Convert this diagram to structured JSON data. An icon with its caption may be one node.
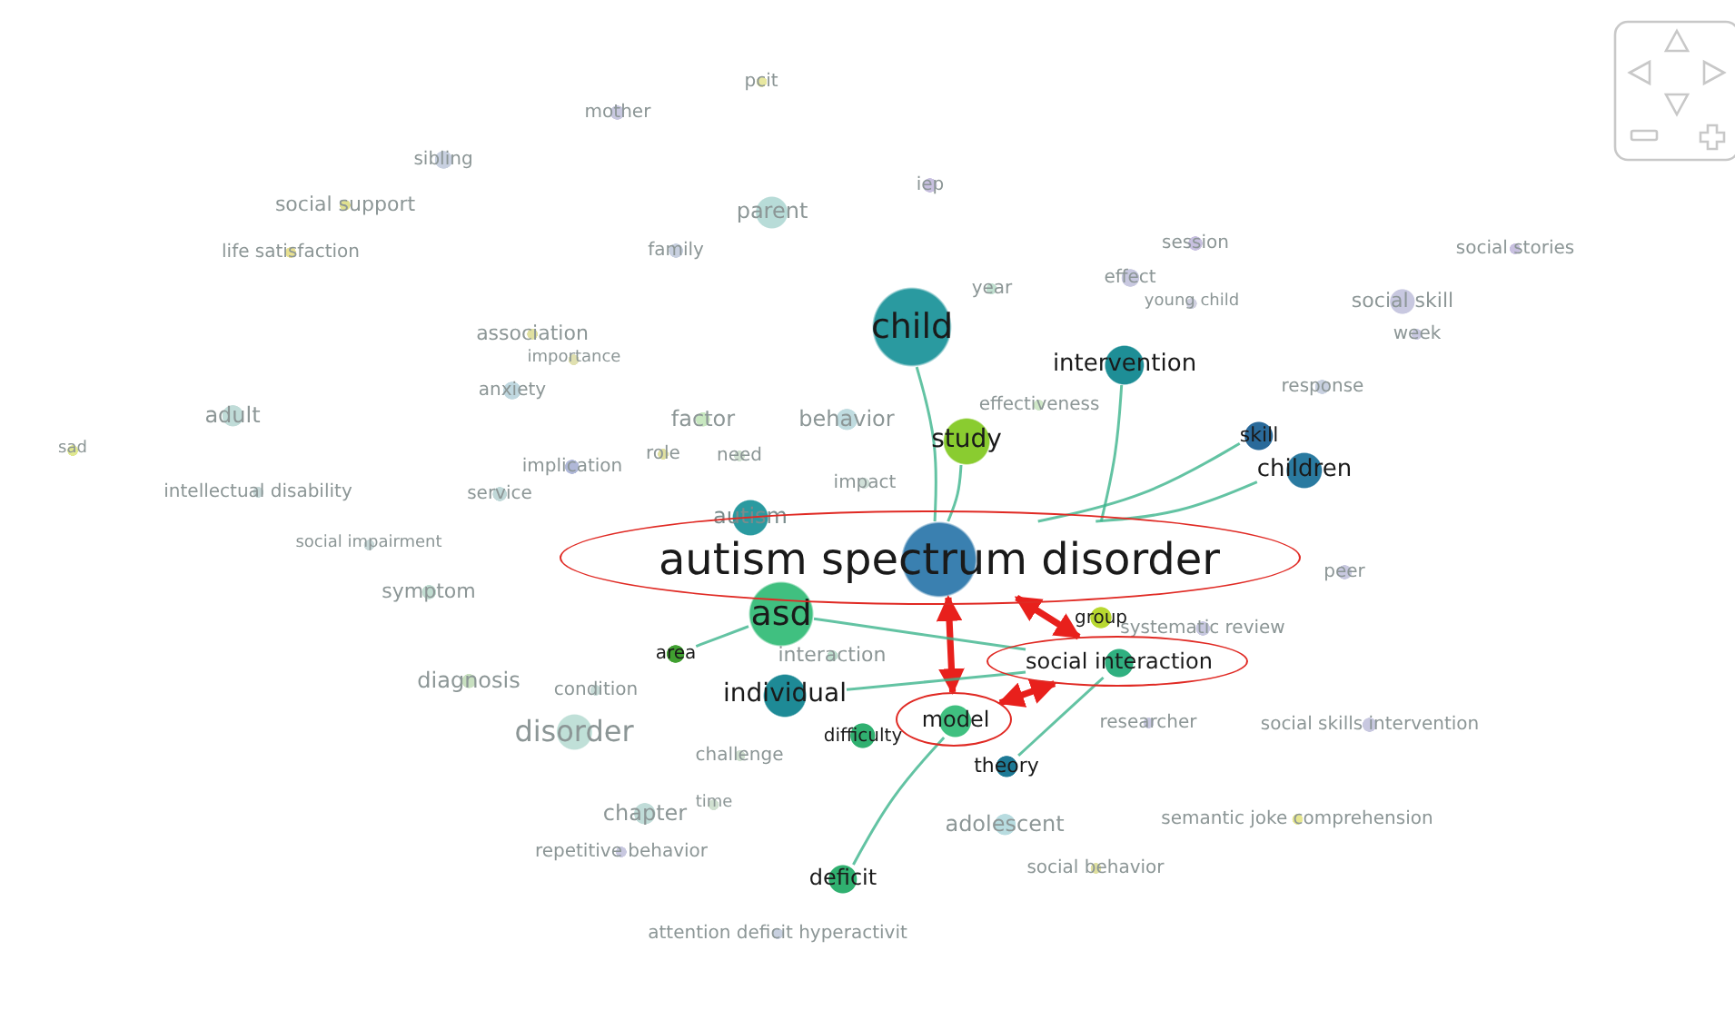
{
  "diagram": {
    "nodes": [
      {
        "text": [
          "mother"
        ]
      },
      {
        "text": [
          "pcit"
        ]
      },
      {
        "text": [
          "sibling"
        ]
      },
      {
        "text": [
          "iep"
        ]
      },
      {
        "text": [
          "social support"
        ]
      },
      {
        "text": [
          "parent"
        ]
      },
      {
        "text": [
          "life satisfaction"
        ]
      },
      {
        "text": [
          "family"
        ]
      },
      {
        "text": [
          "session"
        ]
      },
      {
        "text": [
          "social stories"
        ]
      },
      {
        "text": [
          "effect"
        ]
      },
      {
        "text": [
          "young child"
        ]
      },
      {
        "text": [
          "social skill"
        ]
      },
      {
        "text": [
          "year"
        ]
      },
      {
        "text": [
          "child"
        ]
      },
      {
        "text": [
          "association"
        ]
      },
      {
        "text": [
          "importance"
        ]
      },
      {
        "text": [
          "week"
        ]
      },
      {
        "text": [
          "intervention"
        ]
      },
      {
        "text": [
          "response"
        ]
      },
      {
        "text": [
          "anxiety"
        ]
      },
      {
        "text": [
          "adult"
        ]
      },
      {
        "text": [
          "factor"
        ]
      },
      {
        "text": [
          "behavior"
        ]
      },
      {
        "text": [
          "effectiveness"
        ]
      },
      {
        "text": [
          "study"
        ]
      },
      {
        "text": [
          "skill"
        ]
      },
      {
        "text": [
          "sad"
        ]
      },
      {
        "text": [
          "role"
        ]
      },
      {
        "text": [
          "need"
        ]
      },
      {
        "text": [
          "implication"
        ]
      },
      {
        "text": [
          "children"
        ]
      },
      {
        "text": [
          "intellectual disability"
        ]
      },
      {
        "text": [
          "service"
        ]
      },
      {
        "text": [
          "impact"
        ]
      },
      {
        "text": [
          "autism"
        ]
      },
      {
        "text": [
          "social impairment"
        ]
      },
      {
        "text": [],
        "shape": "ellipse"
      },
      {
        "text": [
          "autism spectrum disorder"
        ],
        "in": 37
      },
      {
        "text": [
          "peer"
        ]
      },
      {
        "text": [
          "symptom"
        ]
      },
      {
        "text": [
          "asd"
        ]
      },
      {
        "text": [
          "group"
        ]
      },
      {
        "text": [
          "systematic review"
        ]
      },
      {
        "text": [
          "area"
        ]
      },
      {
        "text": [
          "interaction"
        ]
      },
      {
        "text": [],
        "shape": "ellipse"
      },
      {
        "text": [
          "social interaction"
        ],
        "in": 46
      },
      {
        "text": [
          "diagnosis"
        ]
      },
      {
        "text": [
          "condition"
        ]
      },
      {
        "text": [
          "individual"
        ]
      },
      {
        "text": [],
        "shape": "ellipse"
      },
      {
        "text": [
          "model"
        ],
        "in": 51
      },
      {
        "text": [
          "researcher"
        ]
      },
      {
        "text": [
          "social skills intervention"
        ]
      },
      {
        "text": [
          "disorder"
        ]
      },
      {
        "text": [
          "difficulty"
        ]
      },
      {
        "text": [
          "challenge"
        ]
      },
      {
        "text": [
          "theory"
        ]
      },
      {
        "text": [
          "chapter"
        ]
      },
      {
        "text": [
          "time"
        ]
      },
      {
        "text": [
          "adolescent"
        ]
      },
      {
        "text": [
          "semantic joke comprehension"
        ]
      },
      {
        "text": [
          "repetitive behavior"
        ]
      },
      {
        "text": [
          "social behavior"
        ]
      },
      {
        "text": [
          "deficit"
        ]
      },
      {
        "text": [
          "attention deficit hyperactivit"
        ]
      }
    ],
    "edges": [
      {
        "from": 38,
        "to": 46,
        "arrow": "both",
        "style": "thick",
        "color": "#e8201c"
      },
      {
        "from": 38,
        "to": 51,
        "arrow": "both",
        "style": "thick",
        "color": "#e8201c"
      },
      {
        "from": 51,
        "to": 46,
        "arrow": "both",
        "style": "thick",
        "color": "#e8201c"
      },
      {
        "from": 38,
        "to": 14,
        "arrow": "none"
      },
      {
        "from": 38,
        "to": 18,
        "arrow": "none"
      },
      {
        "from": 38,
        "to": 25,
        "arrow": "none"
      },
      {
        "from": 38,
        "to": 26,
        "arrow": "none"
      },
      {
        "from": 38,
        "to": 31,
        "arrow": "none"
      },
      {
        "from": 47,
        "to": 41,
        "arrow": "none"
      },
      {
        "from": 41,
        "to": 44,
        "arrow": "none"
      },
      {
        "from": 47,
        "to": 50,
        "arrow": "none"
      },
      {
        "from": 47,
        "to": 58,
        "arrow": "none"
      },
      {
        "from": 52,
        "to": 65,
        "arrow": "none"
      }
    ]
  }
}
